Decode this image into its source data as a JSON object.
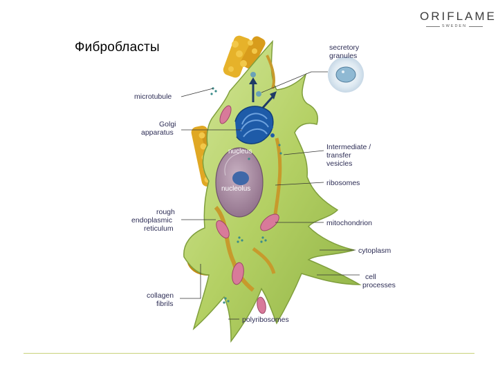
{
  "slide": {
    "title": "Фибробласты"
  },
  "brand": {
    "name": "ORIFLAME",
    "sub": "SWEDEN"
  },
  "labels": {
    "secretory_granules": [
      "secretory",
      "granules"
    ],
    "microtubule": "microtubule",
    "golgi": [
      "Golgi",
      "apparatus"
    ],
    "nucleus": "nucleus",
    "nucleolus": "nucleolus",
    "vesicles": [
      "Intermediate /",
      "transfer",
      "vesicles"
    ],
    "ribosomes": "ribosomes",
    "rough_er": [
      "rough",
      "endoplasmic",
      "reticulum"
    ],
    "mitochondrion": "mitochondrion",
    "cytoplasm": "cytoplasm",
    "cell_processes": [
      "cell",
      "processes"
    ],
    "collagen": [
      "collagen",
      "fibrils"
    ],
    "polyribosomes": "polyribosomes"
  },
  "colors": {
    "cytoplasm": "#b9d46e",
    "nucleus": "#a98aa0",
    "golgi": "#1e5ba8",
    "mitochondria": "#d87a9a",
    "collagen": "#e2ad25"
  }
}
